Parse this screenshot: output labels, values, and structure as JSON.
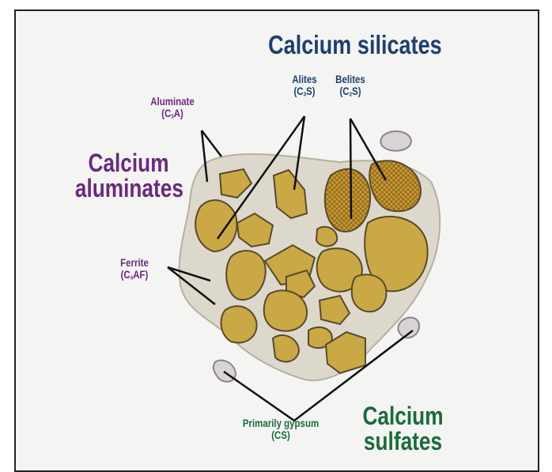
{
  "colors": {
    "silicates": "#1f3f6e",
    "aluminates": "#6a2a7e",
    "sulfates": "#1b6b3a",
    "particle_fill": "#c9a845",
    "particle_edge": "#5a4a2a",
    "clinker_bg": "#dcd8cc"
  },
  "groups": {
    "silicates": "Calcium silicates",
    "aluminates_line1": "Calcium",
    "aluminates_line2": "aluminates",
    "sulfates_line1": "Calcium",
    "sulfates_line2": "sulfates"
  },
  "phases": {
    "alites": {
      "name": "Alites",
      "formula_open": "(C",
      "formula_sub": "3",
      "formula_close": "S)"
    },
    "belites": {
      "name": "Belites",
      "formula_open": "(C",
      "formula_sub": "2",
      "formula_close": "S)"
    },
    "aluminate": {
      "name": "Aluminate",
      "formula_open": "(C",
      "formula_sub": "3",
      "formula_close": "A)"
    },
    "ferrite": {
      "name": "Ferrite",
      "formula_open": "(C",
      "formula_sub": "4",
      "formula_close": "AF)"
    },
    "gypsum": {
      "name": "Primarily gypsum",
      "formula": "(CS)"
    }
  }
}
